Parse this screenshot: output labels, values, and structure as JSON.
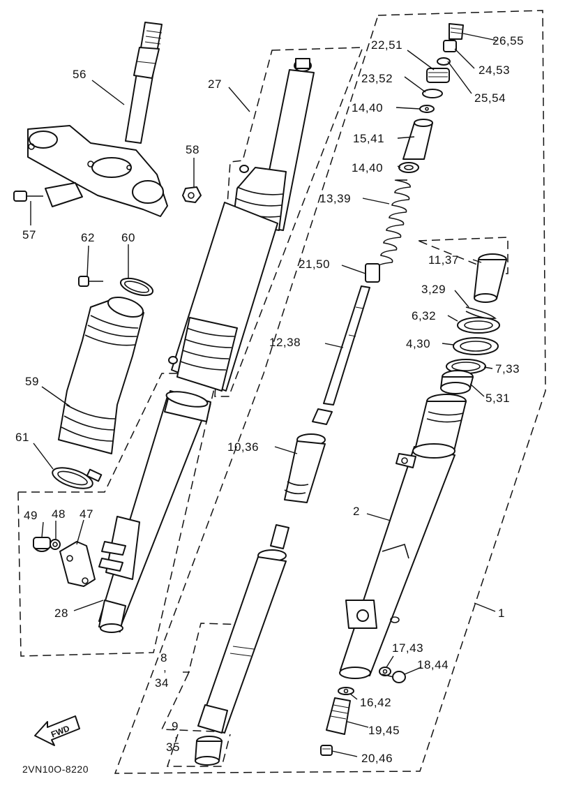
{
  "diagram_code": "2VN10O-8220",
  "fwd_label": "FWD",
  "callouts": {
    "c56": "56",
    "c57": "57",
    "c58": "58",
    "c62": "62",
    "c60": "60",
    "c59": "59",
    "c61": "61",
    "c49": "49",
    "c48": "48",
    "c47": "47",
    "c28": "28",
    "c27": "27",
    "c22_51": "22,51",
    "c26_55": "26,55",
    "c24_53": "24,53",
    "c23_52": "23,52",
    "c25_54": "25,54",
    "c14_40a": "14,40",
    "c15_41": "15,41",
    "c14_40b": "14,40",
    "c13_39": "13,39",
    "c21_50": "21,50",
    "c11_37": "11,37",
    "c3_29": "3,29",
    "c6_32": "6,32",
    "c4_30": "4,30",
    "c7_33": "7,33",
    "c12_38": "12,38",
    "c5_31": "5,31",
    "c10_36": "10,36",
    "c2": "2",
    "c1": "1",
    "c8": "8",
    "c8_comma": ",",
    "c34": "34",
    "c17_43": "17,43",
    "c18_44": "18,44",
    "c16_42": "16,42",
    "c9": "9",
    "c9_comma": ",",
    "c35": "35",
    "c19_45": "19,45",
    "c20_46": "20,46"
  }
}
